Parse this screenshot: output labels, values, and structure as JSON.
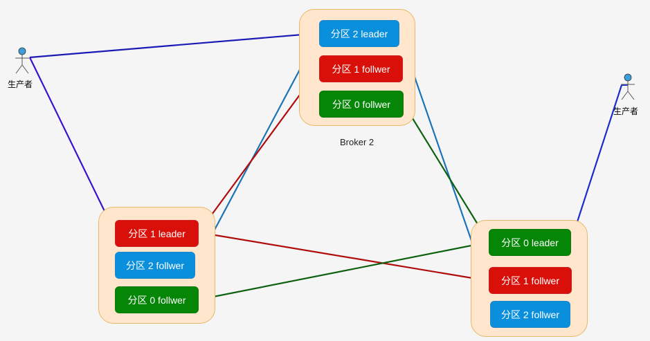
{
  "producers": [
    {
      "label": "生产者"
    },
    {
      "label": "生产者"
    }
  ],
  "brokers": [
    {
      "label": "Broker 2",
      "partitions": [
        {
          "label": "分区 2 leader",
          "color": "#0a8fdc"
        },
        {
          "label": "分区 1 follwer",
          "color": "#d90f0a"
        },
        {
          "label": "分区 0 follwer",
          "color": "#058607"
        }
      ]
    },
    {
      "label": "",
      "partitions": [
        {
          "label": "分区 1 leader",
          "color": "#d90f0a"
        },
        {
          "label": "分区 2 follwer",
          "color": "#0a8fdc"
        },
        {
          "label": "分区 0 follwer",
          "color": "#058607"
        }
      ]
    },
    {
      "label": "",
      "partitions": [
        {
          "label": "分区 0 leader",
          "color": "#058607"
        },
        {
          "label": "分区 1 follwer",
          "color": "#d90f0a"
        },
        {
          "label": "分区 2 follwer",
          "color": "#0a8fdc"
        }
      ]
    }
  ],
  "edges": [
    {
      "from": "生产者 (left)",
      "to": "分区 2 leader",
      "color": "#1a1ab8"
    },
    {
      "from": "生产者 (left)",
      "to": "分区 1 leader",
      "color": "#3a12cc"
    },
    {
      "from": "生产者 (right)",
      "to": "分区 0 leader",
      "color": "#1a2ccc"
    },
    {
      "from": "分区 2 leader",
      "to": "分区 2 follwer (left)",
      "color": "#1a73b5"
    },
    {
      "from": "分区 2 leader",
      "to": "分区 2 follwer (right)",
      "color": "#1a73b5"
    },
    {
      "from": "分区 1 leader",
      "to": "分区 1 follwer (Broker 2)",
      "color": "#b00c0c"
    },
    {
      "from": "分区 1 leader",
      "to": "分区 1 follwer (right)",
      "color": "#b00c0c"
    },
    {
      "from": "分区 0 leader",
      "to": "分区 0 follwer (Broker 2)",
      "color": "#0d6010"
    },
    {
      "from": "分区 0 leader",
      "to": "分区 0 follwer (left)",
      "color": "#0d6010"
    }
  ]
}
